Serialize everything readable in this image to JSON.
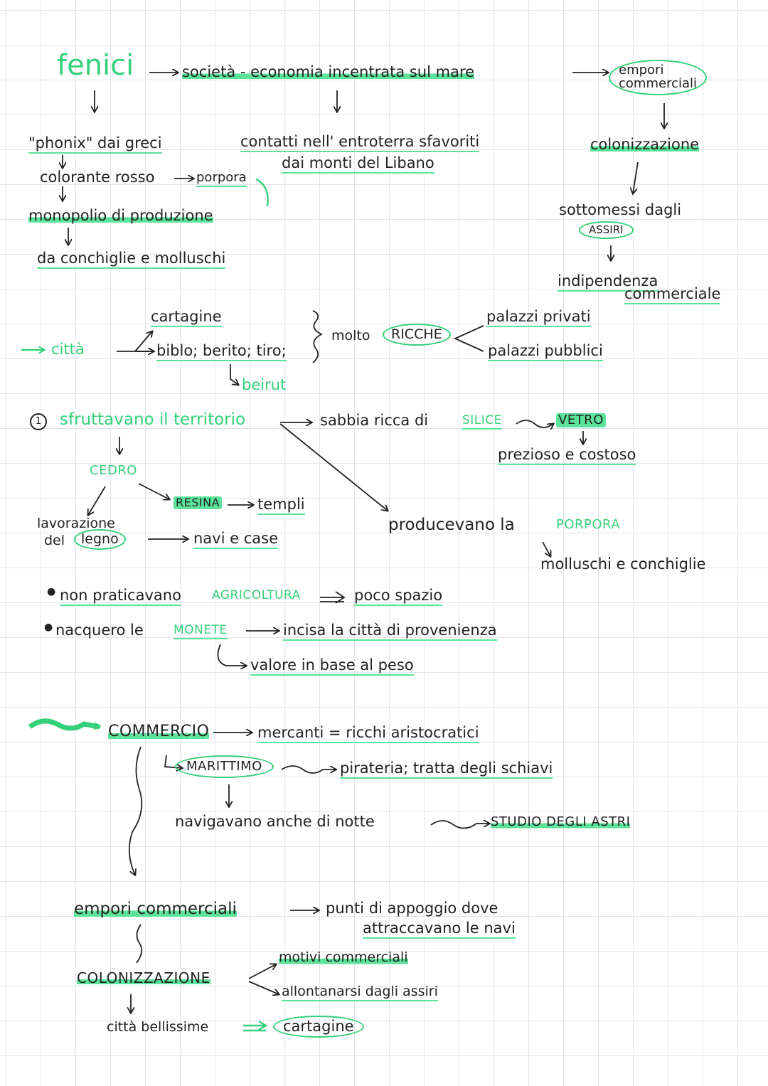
{
  "title": "fenici",
  "intro": {
    "society": "società - economia incentrata sul mare",
    "empori_top": "empori\ncommerciali",
    "phonix": "\"phonix\" dai greci",
    "colorante": "colorante rosso",
    "porpora_small": "porpora",
    "monopolio": "monopolio di produzione",
    "conchiglie": "da conchiglie e molluschi",
    "contatti_1": "contatti nell' entroterra sfavoriti",
    "contatti_2": "dai monti del Libano",
    "colonizzazione_top": "colonizzazione",
    "sottomessi": "sottomessi dagli",
    "assiri": "ASSIRI",
    "indipendenza_1": "indipendenza",
    "indipendenza_2": "commerciale"
  },
  "citta": {
    "label": "città",
    "cartagine": "cartagine",
    "cities": "biblo; berito; tiro;",
    "beirut": "beirut",
    "molto": "molto",
    "ricche": "RICCHE",
    "palazzi_privati": "palazzi privati",
    "palazzi_pubblici": "palazzi pubblici"
  },
  "territorio": {
    "number": "1",
    "title": "sfruttavano il territorio",
    "sabbia": "sabbia ricca di",
    "silice": "SILICE",
    "vetro": "VETRO",
    "prezioso": "prezioso e costoso",
    "cedro": "CEDRO",
    "resina": "RESINA",
    "templi": "templi",
    "lavorazione_1": "lavorazione",
    "lavorazione_2": "del",
    "legno": "legno",
    "navi": "navi e case",
    "producevano": "producevano la",
    "porpora": "PORPORA",
    "molluschi": "molluschi e conchiglie",
    "bullet1_a": "non praticavano",
    "agricoltura": "AGRICOLTURA",
    "poco_spazio": "poco spazio",
    "bullet2_a": "nacquero le",
    "monete": "MONETE",
    "incisa": "incisa la città di provenienza",
    "valore": "valore in base al peso"
  },
  "commercio": {
    "title": "COMMERCIO",
    "mercanti": "mercanti = ricchi aristocratici",
    "marittimo": "MARITTIMO",
    "pirateria": "pirateria; tratta degli schiavi",
    "navigavano": "navigavano anche di notte",
    "astri": "STUDIO DEGLI ASTRI",
    "empori": "empori commerciali",
    "punti_1": "punti di appoggio dove",
    "punti_2": "attraccavano le navi",
    "colonizzazione": "COLONIZZAZIONE",
    "motivi": "motivi commerciali",
    "allontanarsi": "allontanarsi dagli assiri",
    "citta_belle": "città bellissime",
    "cartagine": "cartagine"
  }
}
